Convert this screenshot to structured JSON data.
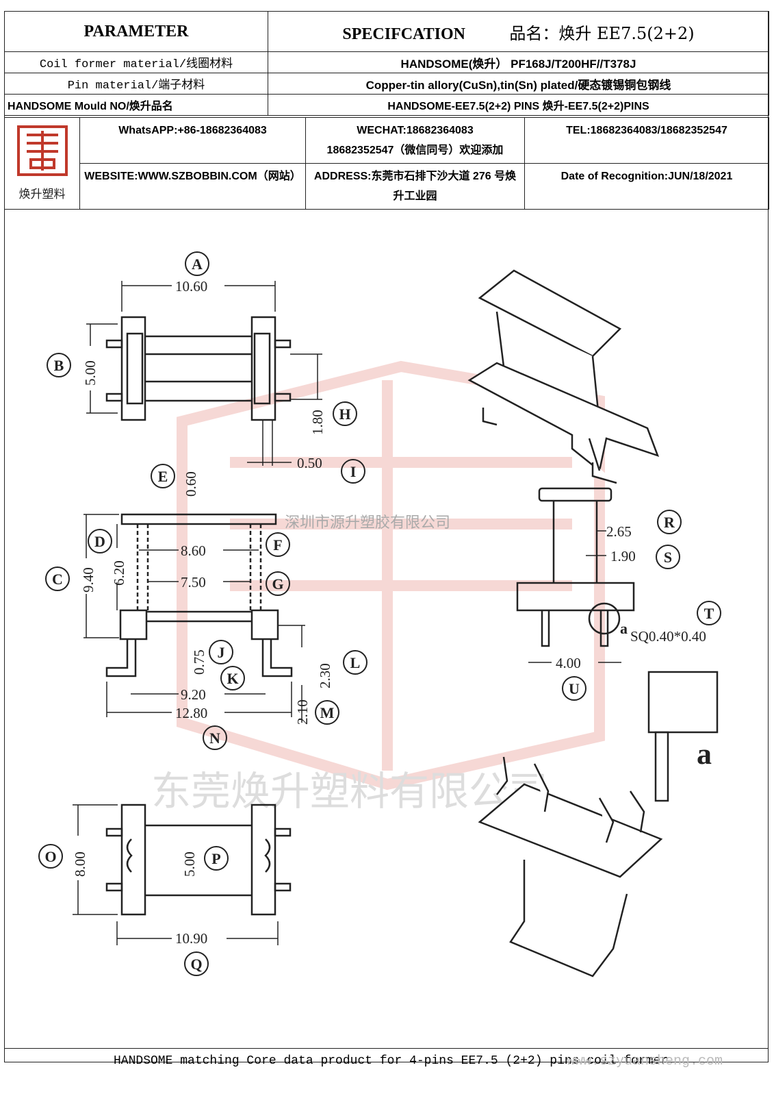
{
  "header": {
    "parameter": "PARAMETER",
    "specification": "SPECIFCATION",
    "product_name": "品名：焕升 EE7.5(2+2)",
    "coil_label": "Coil former material/线圈材料",
    "coil_value": "HANDSOME(焕升）  PF168J/T200HF//T378J",
    "pin_label": "Pin material/端子材料",
    "pin_value": "Copper-tin allory(CuSn),tin(Sn) plated/硬态镀锡铜包钢线",
    "mould_label": "HANDSOME Mould NO/焕升品名",
    "mould_value": "HANDSOME-EE7.5(2+2) PINS   焕升-EE7.5(2+2)PINS"
  },
  "contact": {
    "logo_text": "焕升塑料",
    "whatsapp": "WhatsAPP:+86-18682364083",
    "wechat_1": "WECHAT:18682364083",
    "wechat_2": "18682352547（微信同号）欢迎添加",
    "tel": "TEL:18682364083/18682352547",
    "website": "WEBSITE:WWW.SZBOBBIN.COM（网站）",
    "address": "ADDRESS:东莞市石排下沙大道 276 号焕升工业园",
    "date": "Date of Recognition:JUN/18/2021"
  },
  "dimensions": {
    "A": "10.60",
    "B": "5.00",
    "H": "1.80",
    "I": "0.50",
    "E": "0.60",
    "D": "6.20",
    "C": "9.40",
    "F": "8.60",
    "G": "7.50",
    "J": "0.75",
    "K": "9.20",
    "L": "2.30",
    "M": "2.10",
    "N": "12.80",
    "R": "2.65",
    "S": "1.90",
    "T": "SQ0.40*0.40",
    "U": "4.00",
    "O": "8.00",
    "P": "5.00",
    "Q": "10.90"
  },
  "labels": {
    "A": "A",
    "B": "B",
    "C": "C",
    "D": "D",
    "E": "E",
    "F": "F",
    "G": "G",
    "H": "H",
    "I": "I",
    "J": "J",
    "K": "K",
    "L": "L",
    "M": "M",
    "N": "N",
    "O": "O",
    "P": "P",
    "Q": "Q",
    "R": "R",
    "S": "S",
    "T": "T",
    "U": "U",
    "detail_a": "a"
  },
  "watermarks": {
    "company_1": "深圳市源升塑胶有限公司",
    "company_2": "东莞焕升塑料有限公司",
    "url": "www.szyuansheng.com"
  },
  "footer": "HANDSOME matching Core data  product for 4-pins EE7.5 (2+2) pins coil former"
}
